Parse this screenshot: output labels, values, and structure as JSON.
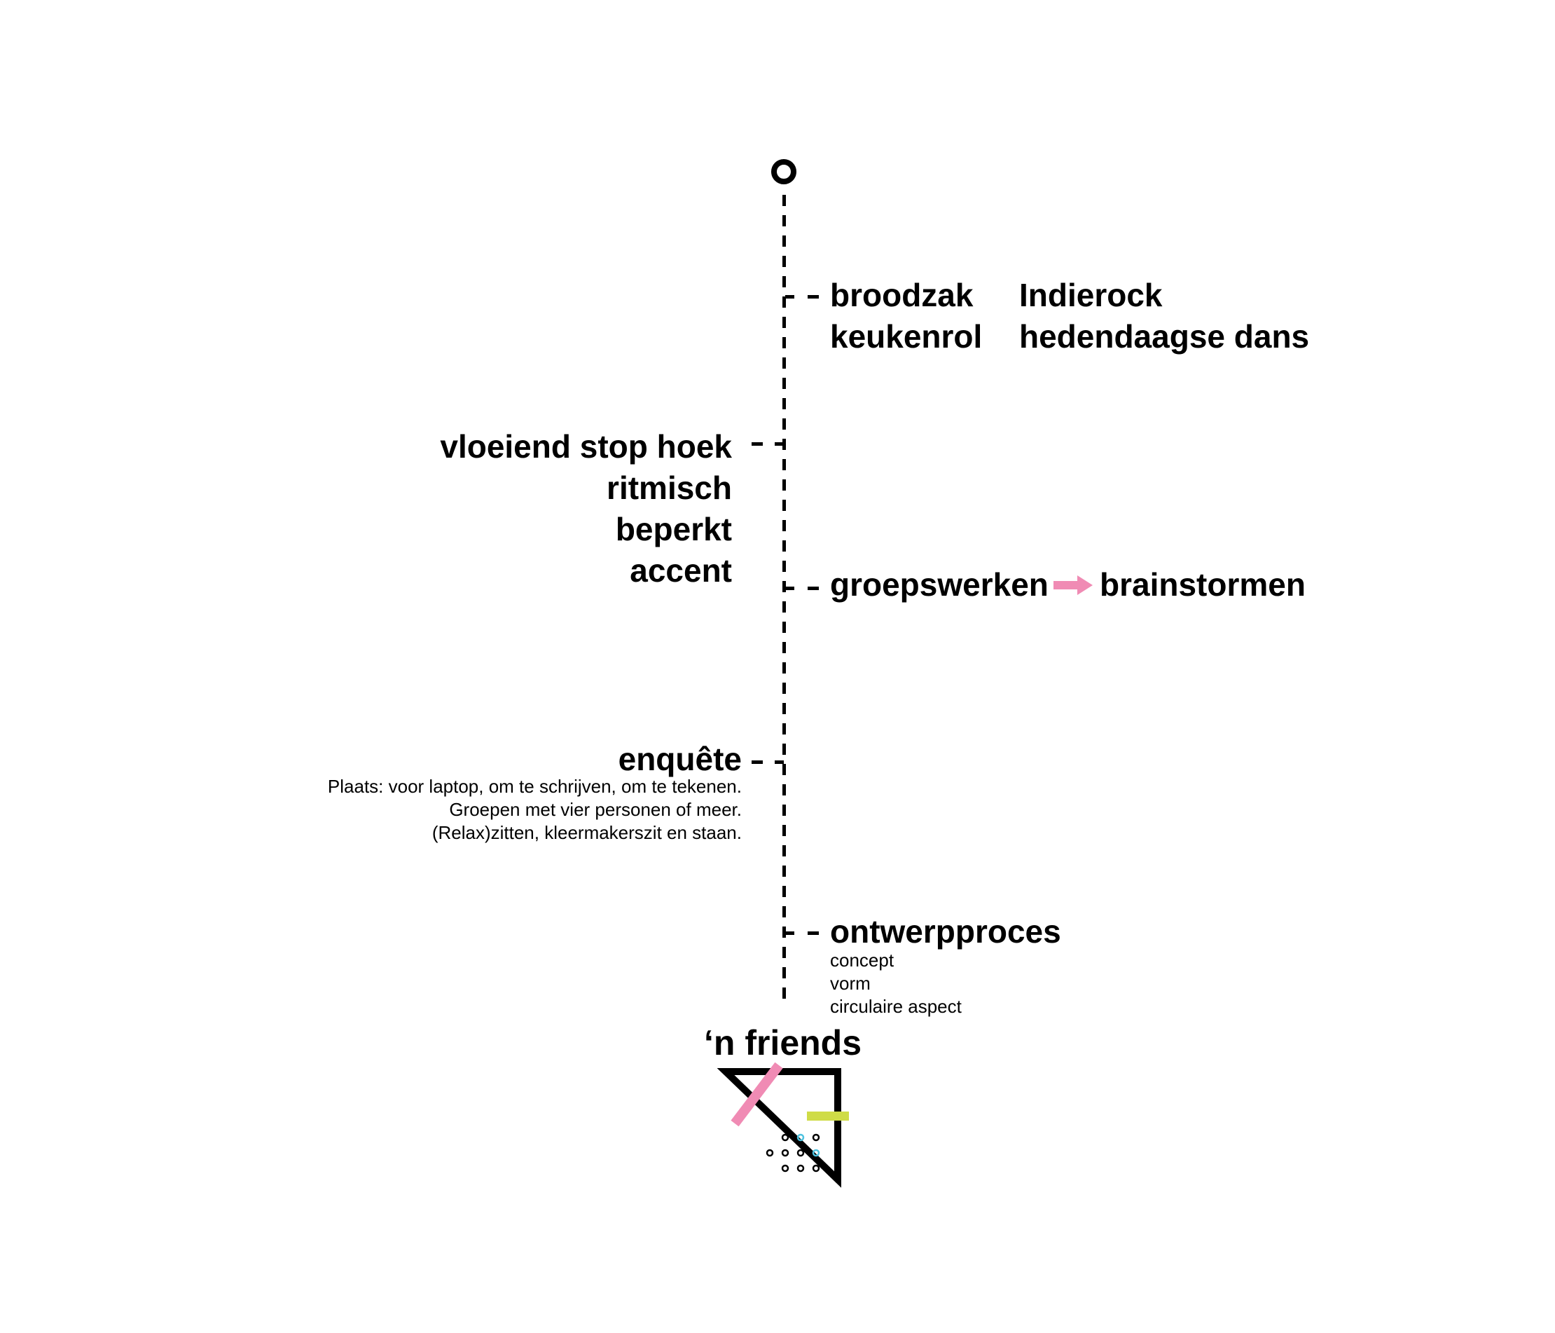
{
  "timeline": {
    "node1": {
      "col1": [
        "broodzak",
        "keukenrol"
      ],
      "col2": [
        "Indierock",
        "hedendaagse dans"
      ]
    },
    "node2": {
      "lines": [
        "vloeiend stop hoek",
        "ritmisch",
        "beperkt",
        "accent"
      ]
    },
    "node3": {
      "from": "groepswerken",
      "to": "brainstormen",
      "arrow_color": "#f08bb4"
    },
    "node4": {
      "title": "enquête",
      "details": [
        "Plaats: voor laptop, om te schrijven, om te tekenen.",
        "Groepen met vier personen of meer.",
        "(Relax)zitten, kleermakerszit en staan."
      ]
    },
    "node5": {
      "title": "ontwerpproces",
      "details": [
        "concept",
        "vorm",
        "circulaire aspect"
      ]
    }
  },
  "logo": {
    "text": "‘n friends",
    "colors": {
      "pink": "#f08bb4",
      "lime": "#cfdc47",
      "cyan": "#4fc3e0",
      "black": "#000000"
    }
  }
}
